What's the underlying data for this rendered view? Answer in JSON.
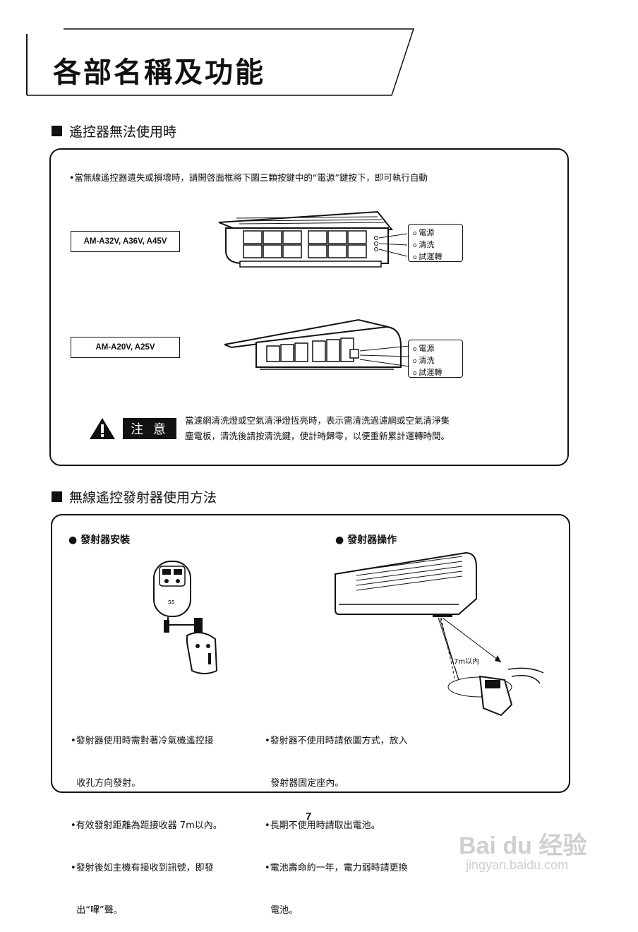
{
  "page_title": "各部名稱及功能",
  "section1": {
    "heading": "遙控器無法使用時",
    "intro": "•當無線遙控器遺失或損壞時，請開啓面框將下圖三顆按鍵中的“電源”鍵按下，即可執行自動",
    "units": [
      {
        "model": "AM-A32V, A36V, A45V",
        "buttons": [
          "電源",
          "清洗",
          "試運轉"
        ]
      },
      {
        "model": "AM-A20V, A25V",
        "buttons": [
          "電源",
          "清洗",
          "試運轉"
        ]
      }
    ],
    "caution_label": "注 意",
    "caution_text_1": "當濾網清洗燈或空氣清淨燈恆亮時，表示需清洗過濾網或空氣清淨集",
    "caution_text_2": "塵電板，清洗後請按清洗鍵，使計時歸零，以便重新累計運轉時間。"
  },
  "section2": {
    "heading": "無線遙控發射器使用方法",
    "install_title": "● 發射器安裝",
    "operate_title": "● 發射器操作",
    "distance_label": "7m以內",
    "left_bullets": [
      "•發射器使用時需對著冷氣機遙控接",
      "  收孔方向發射。",
      "•有效發射距離為距接收器 7m以內。",
      "•發射後如主機有接收到訊號，即發",
      "  出“嗶”聲。"
    ],
    "right_bullets": [
      "•發射器不使用時請依圖方式，放入",
      "  發射器固定座內。",
      "•長期不使用時請取出電池。",
      "•電池壽命約一年，電力弱時請更換",
      "  電池。"
    ]
  },
  "page_number": "7",
  "watermark": {
    "brand": "Bai du 经验",
    "url": "jingyan.baidu.com"
  }
}
